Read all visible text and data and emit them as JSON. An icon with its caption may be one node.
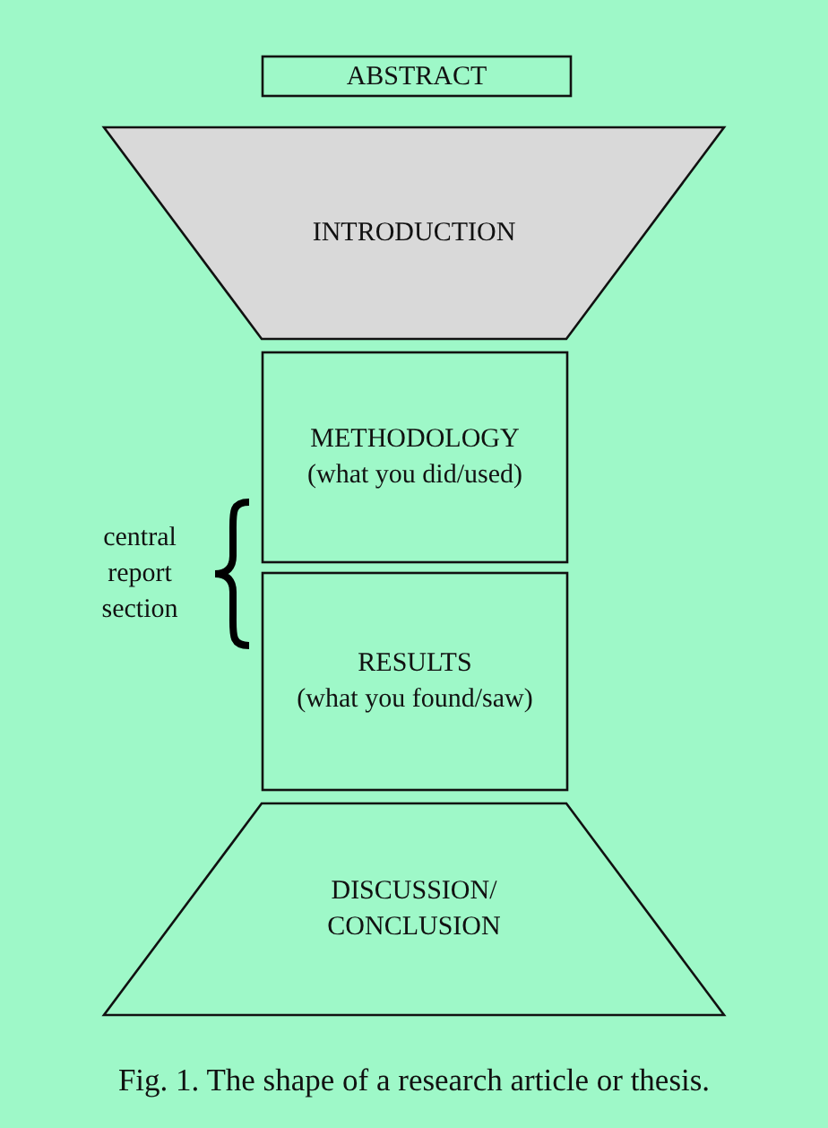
{
  "diagram": {
    "caption": "Fig. 1. The shape of a research article or thesis.",
    "nodes": [
      {
        "text": [
          "ABSTRACT"
        ]
      },
      {
        "text": [
          "INTRODUCTION"
        ]
      },
      {
        "text": [
          "METHODOLOGY",
          "(what you did/used)"
        ]
      },
      {
        "text": [
          "RESULTS",
          "(what you found/saw)"
        ]
      },
      {
        "text": [
          "DISCUSSION/ CONCLUSION"
        ]
      }
    ],
    "edges": [],
    "labels": [
      "central report section"
    ]
  }
}
